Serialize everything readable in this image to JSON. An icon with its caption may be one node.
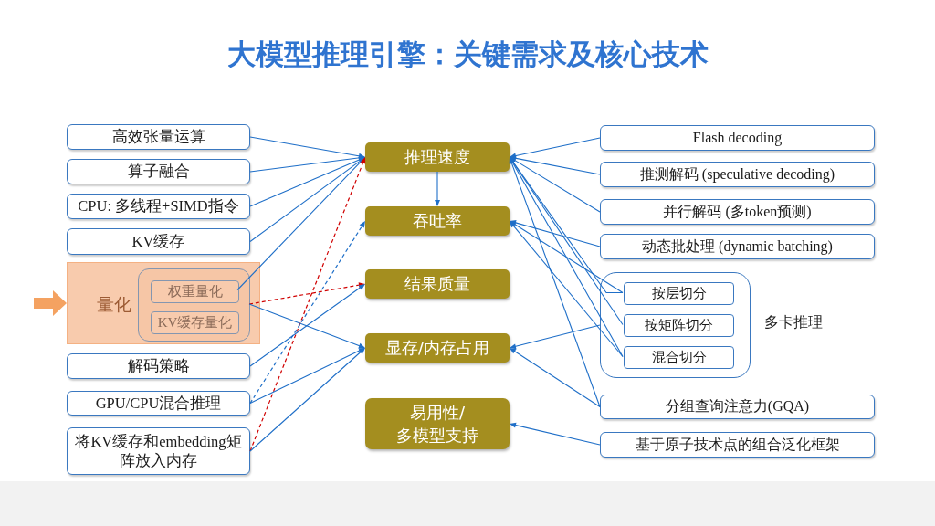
{
  "diagram": {
    "title": "大模型推理引擎：关键需求及核心技术",
    "nodes": [
      {
        "text": [
          "高效张量运算"
        ]
      },
      {
        "text": [
          "算子融合"
        ]
      },
      {
        "text": [
          "CPU: 多线程+SIMD指令"
        ]
      },
      {
        "text": [
          "KV缓存"
        ]
      },
      {
        "text": [
          "量化"
        ]
      },
      {
        "text": [],
        "shape": "box",
        "in": 4
      },
      {
        "text": [
          "权重量化"
        ],
        "in": 5
      },
      {
        "text": [
          "KV缓存量化"
        ],
        "in": 5
      },
      {
        "text": [
          "解码策略"
        ]
      },
      {
        "text": [
          "GPU/CPU混合推理"
        ]
      },
      {
        "text": [
          "将KV缓存和embedding矩阵放入内存"
        ]
      },
      {
        "text": [
          "推理速度"
        ]
      },
      {
        "text": [
          "吞吐率"
        ]
      },
      {
        "text": [
          "结果质量"
        ]
      },
      {
        "text": [
          "显存/内存占用"
        ]
      },
      {
        "text": [
          "易用性/多模型支持"
        ]
      },
      {
        "text": [
          "Flash decoding"
        ]
      },
      {
        "text": [
          "推测解码 (speculative decoding)"
        ]
      },
      {
        "text": [
          "并行解码 (多token预测)"
        ]
      },
      {
        "text": [
          "动态批处理 (dynamic batching)"
        ]
      },
      {
        "text": [
          "多卡推理"
        ]
      },
      {
        "text": [
          "按层切分"
        ],
        "in": 20
      },
      {
        "text": [
          "按矩阵切分"
        ],
        "in": 20
      },
      {
        "text": [
          "混合切分"
        ],
        "in": 20
      },
      {
        "text": [
          "分组查询注意力(GQA)"
        ]
      },
      {
        "text": [
          "基于原子技术点的组合泛化框架"
        ]
      }
    ],
    "edges": [
      {
        "from": 0,
        "to": 11,
        "arrow": "to"
      },
      {
        "from": 1,
        "to": 11,
        "arrow": "to"
      },
      {
        "from": 2,
        "to": 11,
        "arrow": "to"
      },
      {
        "from": 3,
        "to": 11,
        "arrow": "to"
      },
      {
        "from": 6,
        "to": 11,
        "arrow": "to"
      },
      {
        "from": 10,
        "to": 11,
        "arrow": "to",
        "style": "dashed",
        "color": "#d00000"
      },
      {
        "from": 9,
        "to": 12,
        "arrow": "to",
        "style": "dashed"
      },
      {
        "from": 5,
        "to": 13,
        "arrow": "to",
        "style": "dashed",
        "color": "#d00000"
      },
      {
        "from": 8,
        "to": 13,
        "arrow": "to"
      },
      {
        "from": 5,
        "to": 14,
        "arrow": "to"
      },
      {
        "from": 9,
        "to": 14,
        "arrow": "to"
      },
      {
        "from": 10,
        "to": 14,
        "arrow": "to"
      },
      {
        "from": 11,
        "to": 12,
        "arrow": "to"
      },
      {
        "from": 16,
        "to": 11,
        "arrow": "to"
      },
      {
        "from": 17,
        "to": 11,
        "arrow": "to"
      },
      {
        "from": 18,
        "to": 11,
        "arrow": "to"
      },
      {
        "from": 19,
        "to": 12,
        "arrow": "to"
      },
      {
        "from": 21,
        "to": 11,
        "arrow": "to"
      },
      {
        "from": 21,
        "to": 12,
        "arrow": "to"
      },
      {
        "from": 22,
        "to": 11,
        "arrow": "to"
      },
      {
        "from": 23,
        "to": 11,
        "arrow": "to"
      },
      {
        "from": 23,
        "to": 12,
        "arrow": "to"
      },
      {
        "from": 24,
        "to": 11,
        "arrow": "to"
      },
      {
        "from": 24,
        "to": 14,
        "arrow": "to"
      },
      {
        "from": 20,
        "to": 14,
        "arrow": "to"
      },
      {
        "from": 25,
        "to": 15,
        "arrow": "to"
      },
      {
        "from": null,
        "to": 4,
        "arrow": "to",
        "style": "thick",
        "color": "#f4a261"
      }
    ]
  }
}
